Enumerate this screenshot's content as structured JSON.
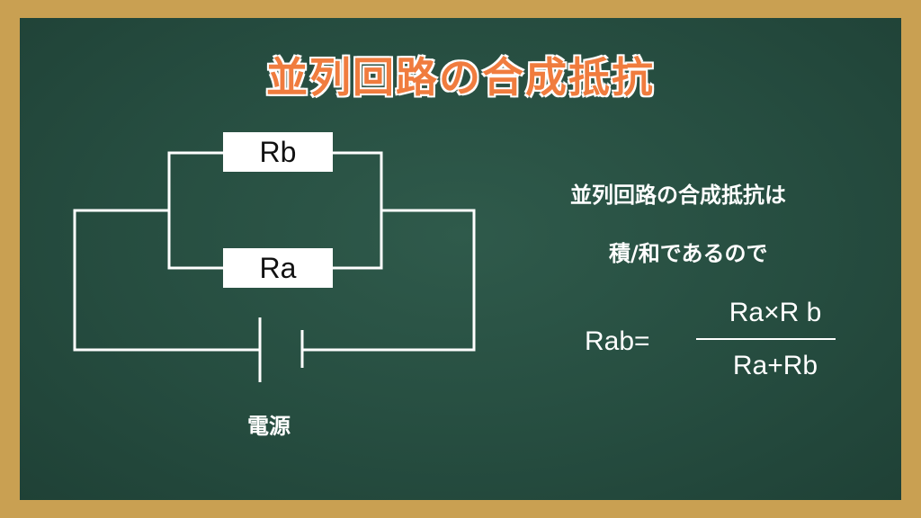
{
  "title": "並列回路の合成抵抗",
  "circuit": {
    "resistor_top": "Rb",
    "resistor_bottom": "Ra",
    "source_label": "電源"
  },
  "explanation": {
    "line1": "並列回路の合成抵抗は",
    "line2": "積/和であるので"
  },
  "formula": {
    "lhs": "Rab=",
    "numerator": "Ra×R b",
    "denominator": "Ra+Rb"
  },
  "colors": {
    "board": "#264d40",
    "frame": "#c9a052",
    "title": "#f07c3e",
    "chalk": "#ffffff"
  }
}
